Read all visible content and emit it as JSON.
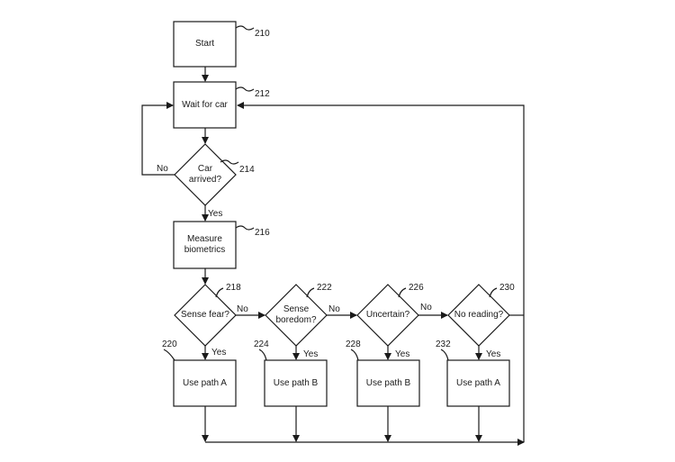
{
  "nodes": {
    "start": {
      "label": "Start",
      "ref": "210"
    },
    "wait": {
      "label": "Wait for car",
      "ref": "212"
    },
    "car_arrived": {
      "label": "Car\narrived?",
      "ref": "214"
    },
    "measure": {
      "label": "Measure\nbiometrics",
      "ref": "216"
    },
    "sense_fear": {
      "label": "Sense fear?",
      "ref": "218"
    },
    "sense_boredom": {
      "label": "Sense\nboredom?",
      "ref": "222"
    },
    "uncertain": {
      "label": "Uncertain?",
      "ref": "226"
    },
    "no_reading": {
      "label": "No reading?",
      "ref": "230"
    },
    "path1": {
      "label": "Use path A",
      "ref": "220"
    },
    "path2": {
      "label": "Use path B",
      "ref": "224"
    },
    "path3": {
      "label": "Use path B",
      "ref": "228"
    },
    "path4": {
      "label": "Use path A",
      "ref": "232"
    }
  },
  "edges": {
    "no": "No",
    "yes": "Yes"
  }
}
